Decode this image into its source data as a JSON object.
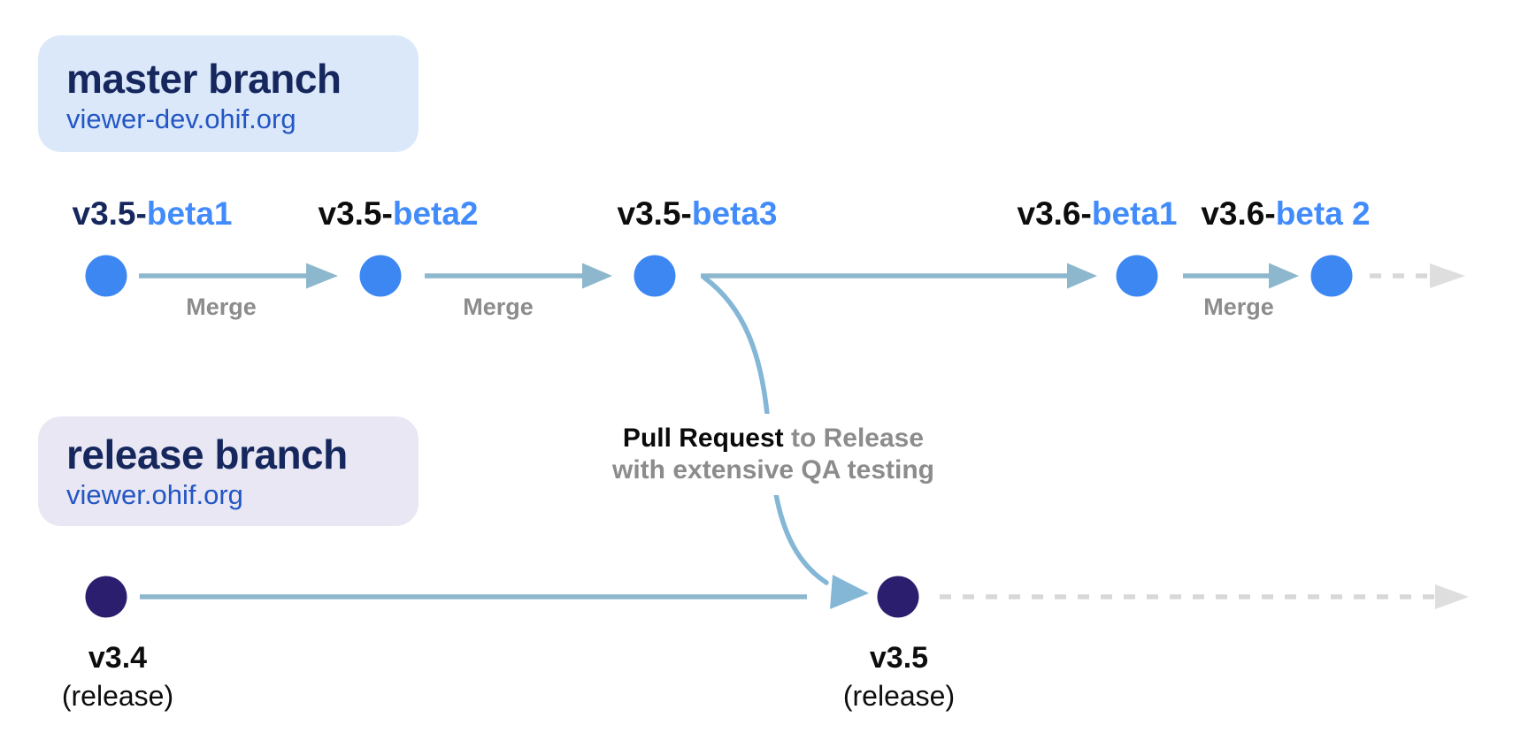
{
  "diagram": {
    "master_branch": {
      "title": "master branch",
      "subtitle": "viewer-dev.ohif.org",
      "merge_label": "Merge",
      "commits": [
        {
          "prefix": "v3.5-",
          "suffix": "beta1"
        },
        {
          "prefix": "v3.5-",
          "suffix": "beta2"
        },
        {
          "prefix": "v3.5-",
          "suffix": "beta3"
        },
        {
          "prefix": "v3.6-",
          "suffix": "beta1"
        },
        {
          "prefix": "v3.6-",
          "suffix": "beta 2"
        }
      ]
    },
    "release_branch": {
      "title": "release branch",
      "subtitle": "viewer.ohif.org",
      "commits": [
        {
          "version": "v3.4",
          "tag": "(release)"
        },
        {
          "version": "v3.5",
          "tag": "(release)"
        }
      ]
    },
    "pull_request": {
      "bold": "Pull Request",
      "rest": " to Release",
      "line2": "with extensive QA testing"
    },
    "colors": {
      "master_box_bg": "#dbe8fa",
      "release_box_bg": "#e8e7f3",
      "heading": "#15275d",
      "link_blue": "#2356c4",
      "beta_blue": "#418bfb",
      "commit_dot_blue": "#3d87f3",
      "release_dot_indigo": "#2c1e6e",
      "arrow_blue_gray": "#8db7cd",
      "curve_blue": "#84b7d6",
      "dashed_gray": "#d8d8d8",
      "muted_gray": "#8c8c8c"
    }
  }
}
